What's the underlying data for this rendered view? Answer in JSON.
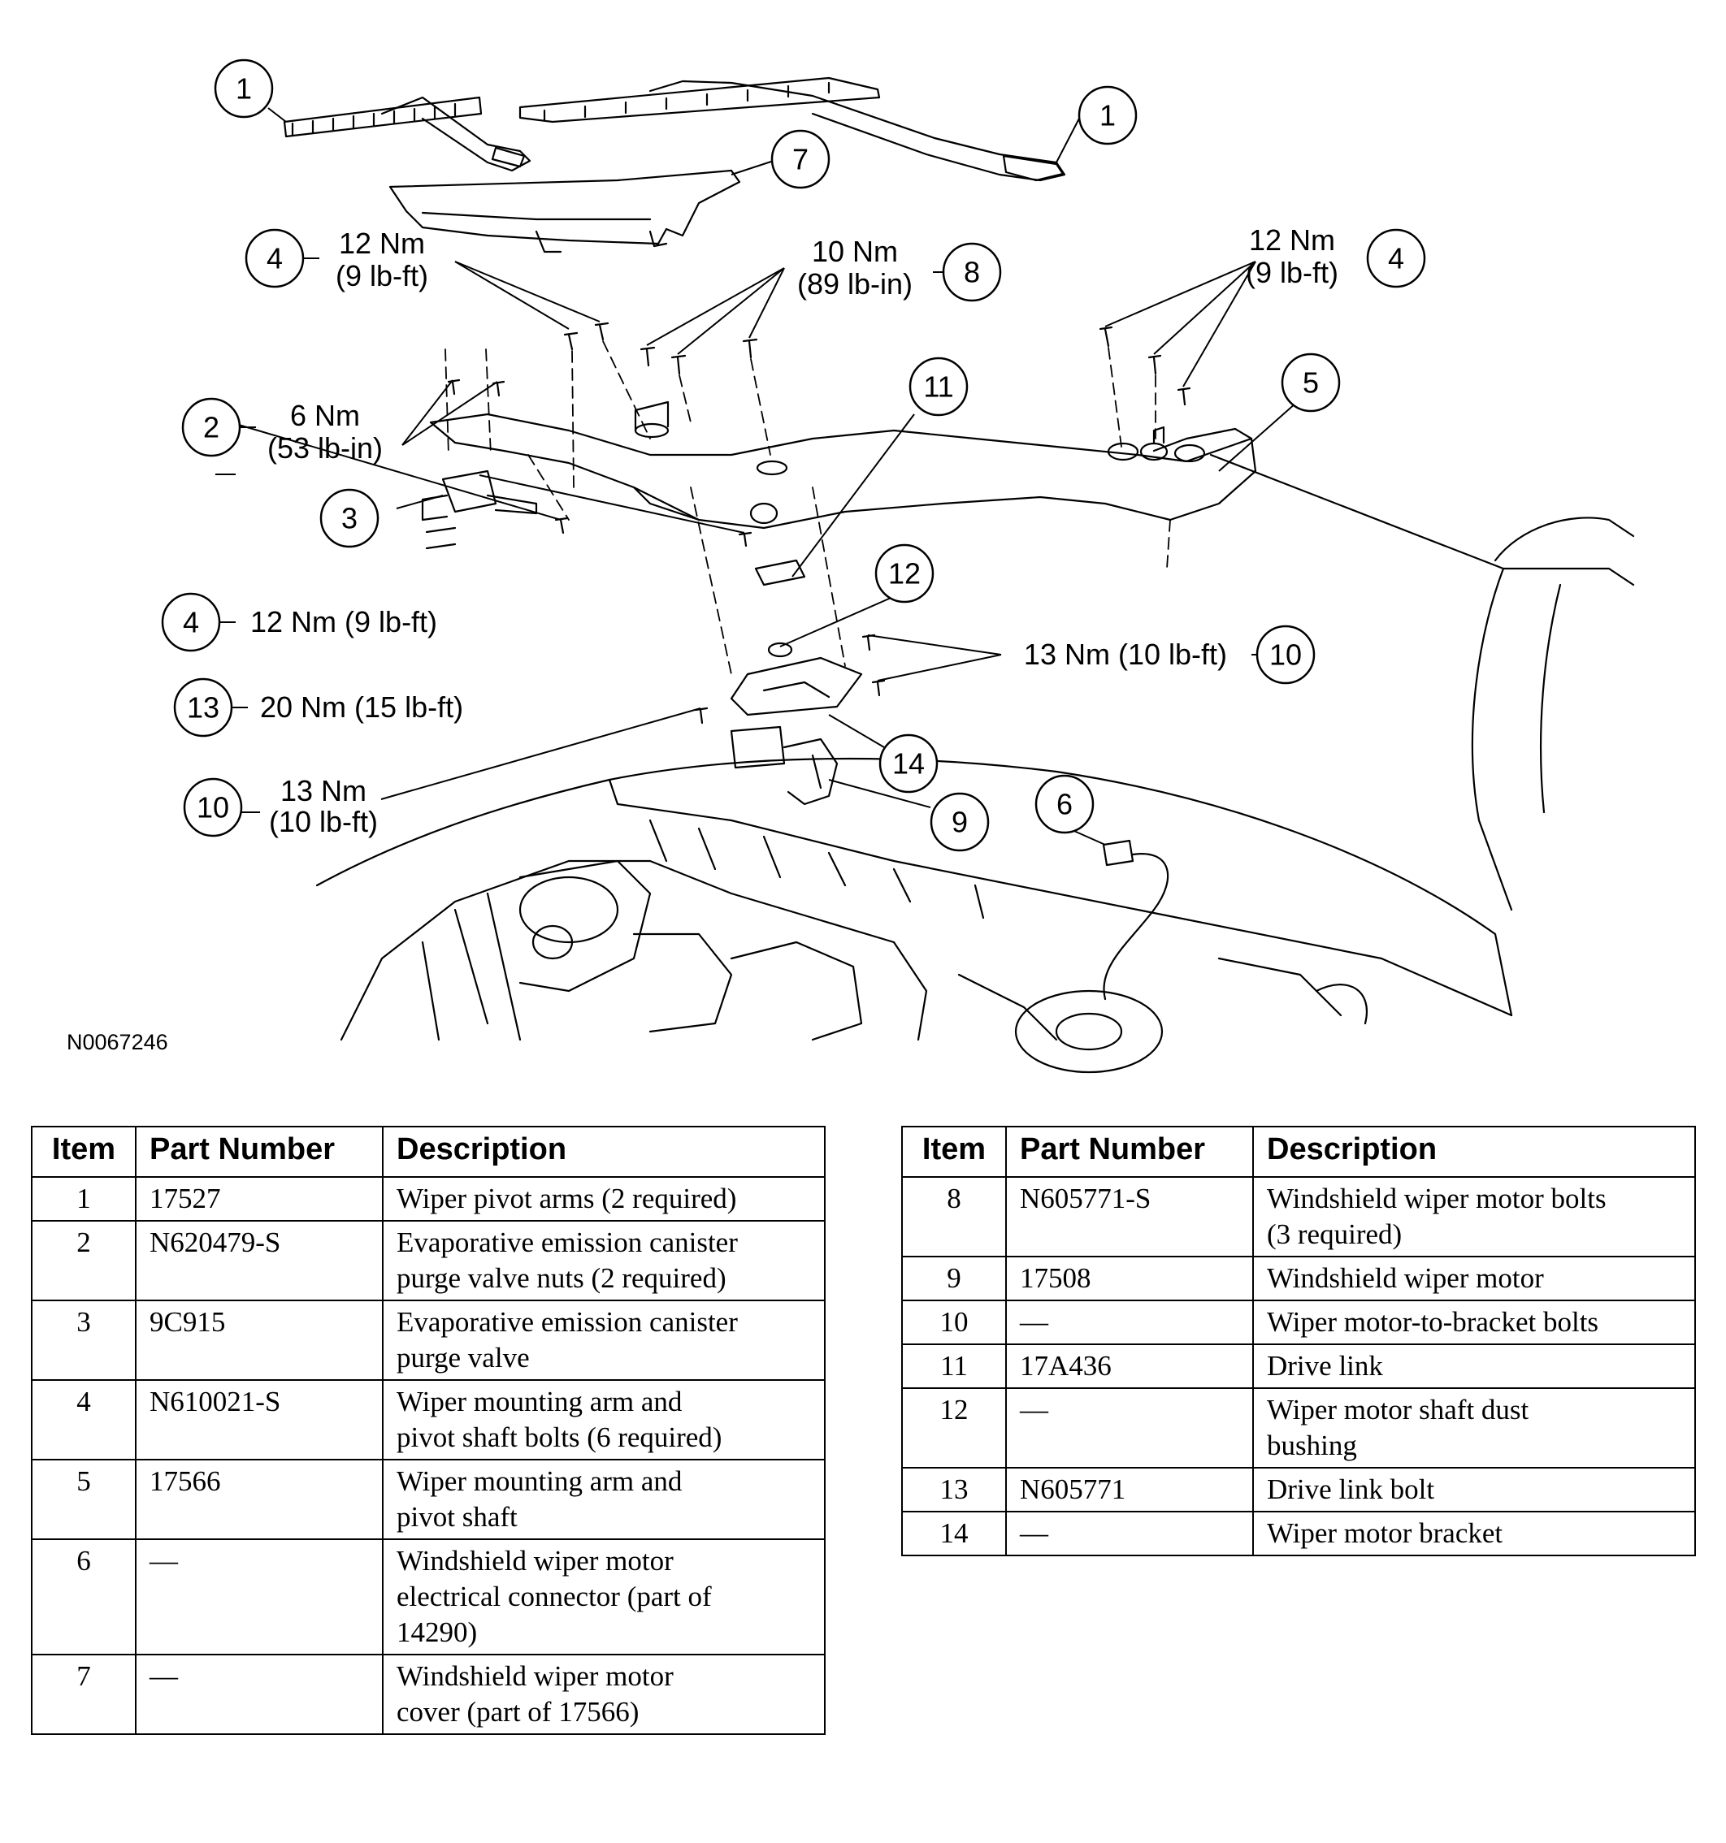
{
  "figure_id": "N0067246",
  "callouts": [
    {
      "number": "1",
      "torque": []
    },
    {
      "number": "1",
      "torque": []
    },
    {
      "number": "7",
      "torque": []
    },
    {
      "number": "4",
      "torque": [
        "12 Nm",
        "(9 lb-ft)"
      ]
    },
    {
      "number": "8",
      "torque": [
        "10 Nm",
        "(89 lb-in)"
      ]
    },
    {
      "number": "4",
      "torque": [
        "12 Nm",
        "(9 lb-ft)"
      ]
    },
    {
      "number": "11",
      "torque": []
    },
    {
      "number": "5",
      "torque": []
    },
    {
      "number": "2",
      "torque": [
        "6 Nm",
        "(53 lb-in)"
      ]
    },
    {
      "number": "3",
      "torque": []
    },
    {
      "number": "4",
      "torque": [
        "12 Nm (9 lb-ft)"
      ]
    },
    {
      "number": "12",
      "torque": []
    },
    {
      "number": "10",
      "torque": [
        "13 Nm (10 lb-ft)"
      ]
    },
    {
      "number": "13",
      "torque": [
        "20 Nm (15 lb-ft)"
      ]
    },
    {
      "number": "14",
      "torque": []
    },
    {
      "number": "10",
      "torque": [
        "13 Nm",
        "(10 lb-ft)"
      ]
    },
    {
      "number": "6",
      "torque": []
    },
    {
      "number": "9",
      "torque": []
    }
  ],
  "table_headers": {
    "item": "Item",
    "part_number": "Part Number",
    "description": "Description"
  },
  "parts_left": [
    {
      "item": "1",
      "part_number": "17527",
      "description": [
        "Wiper pivot arms (2 required)"
      ]
    },
    {
      "item": "2",
      "part_number": "N620479-S",
      "description": [
        "Evaporative emission canister",
        "purge valve nuts (2 required)"
      ]
    },
    {
      "item": "3",
      "part_number": "9C915",
      "description": [
        "Evaporative emission canister",
        "purge valve"
      ]
    },
    {
      "item": "4",
      "part_number": "N610021-S",
      "description": [
        "Wiper mounting arm and",
        "pivot shaft bolts (6 required)"
      ]
    },
    {
      "item": "5",
      "part_number": "17566",
      "description": [
        "Wiper mounting arm and",
        "pivot shaft"
      ]
    },
    {
      "item": "6",
      "part_number": "—",
      "description": [
        "Windshield wiper motor",
        "electrical connector (part of",
        "14290)"
      ]
    },
    {
      "item": "7",
      "part_number": "—",
      "description": [
        "Windshield wiper motor",
        "cover (part of 17566)"
      ]
    }
  ],
  "parts_right": [
    {
      "item": "8",
      "part_number": "N605771-S",
      "description": [
        "Windshield wiper motor bolts",
        "(3 required)"
      ]
    },
    {
      "item": "9",
      "part_number": "17508",
      "description": [
        "Windshield wiper motor"
      ]
    },
    {
      "item": "10",
      "part_number": "—",
      "description": [
        "Wiper motor-to-bracket bolts"
      ]
    },
    {
      "item": "11",
      "part_number": "17A436",
      "description": [
        "Drive link"
      ]
    },
    {
      "item": "12",
      "part_number": "—",
      "description": [
        "Wiper motor shaft dust",
        "bushing"
      ]
    },
    {
      "item": "13",
      "part_number": "N605771",
      "description": [
        "Drive link bolt"
      ]
    },
    {
      "item": "14",
      "part_number": "—",
      "description": [
        "Wiper motor bracket"
      ]
    }
  ]
}
